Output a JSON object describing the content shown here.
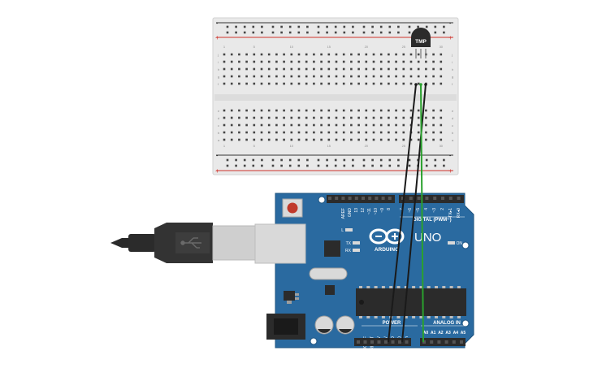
{
  "breadboard": {
    "plus_sign": "+",
    "minus_sign": "-",
    "row_letters_top": [
      "j",
      "i",
      "h",
      "g",
      "f"
    ],
    "row_letters_bottom": [
      "e",
      "d",
      "c",
      "b",
      "a"
    ],
    "column_numbers": [
      1,
      5,
      10,
      15,
      20,
      25,
      30
    ]
  },
  "sensor": {
    "label": "TMP"
  },
  "arduino": {
    "brand": "ARDUINO",
    "model": "UNO",
    "digital_label": "DIGITAL (PWM~)",
    "power_label": "POWER",
    "analog_label": "ANALOG IN",
    "on_label": "ON",
    "led_l": "L",
    "led_tx": "TX",
    "led_rx": "RX",
    "top_pins": [
      "AREF",
      "GND",
      "13",
      "12",
      "~11",
      "~10",
      "~9",
      "8",
      "7",
      "~6",
      "~5",
      "4",
      "~3",
      "2",
      "TX▸1",
      "RX◂0"
    ],
    "power_pins": [
      "IOREF",
      "RESET",
      "3.3V",
      "5V",
      "GND",
      "GND",
      "Vin"
    ],
    "analog_pins": [
      "A0",
      "A1",
      "A2",
      "A3",
      "A4",
      "A5"
    ]
  },
  "colors": {
    "board": "#2a6aa0",
    "breadboard": "#e9e9e9",
    "wire_ground": "#1a1a1a",
    "wire_signal": "#2aa12e",
    "rail_red": "#d0342c"
  }
}
